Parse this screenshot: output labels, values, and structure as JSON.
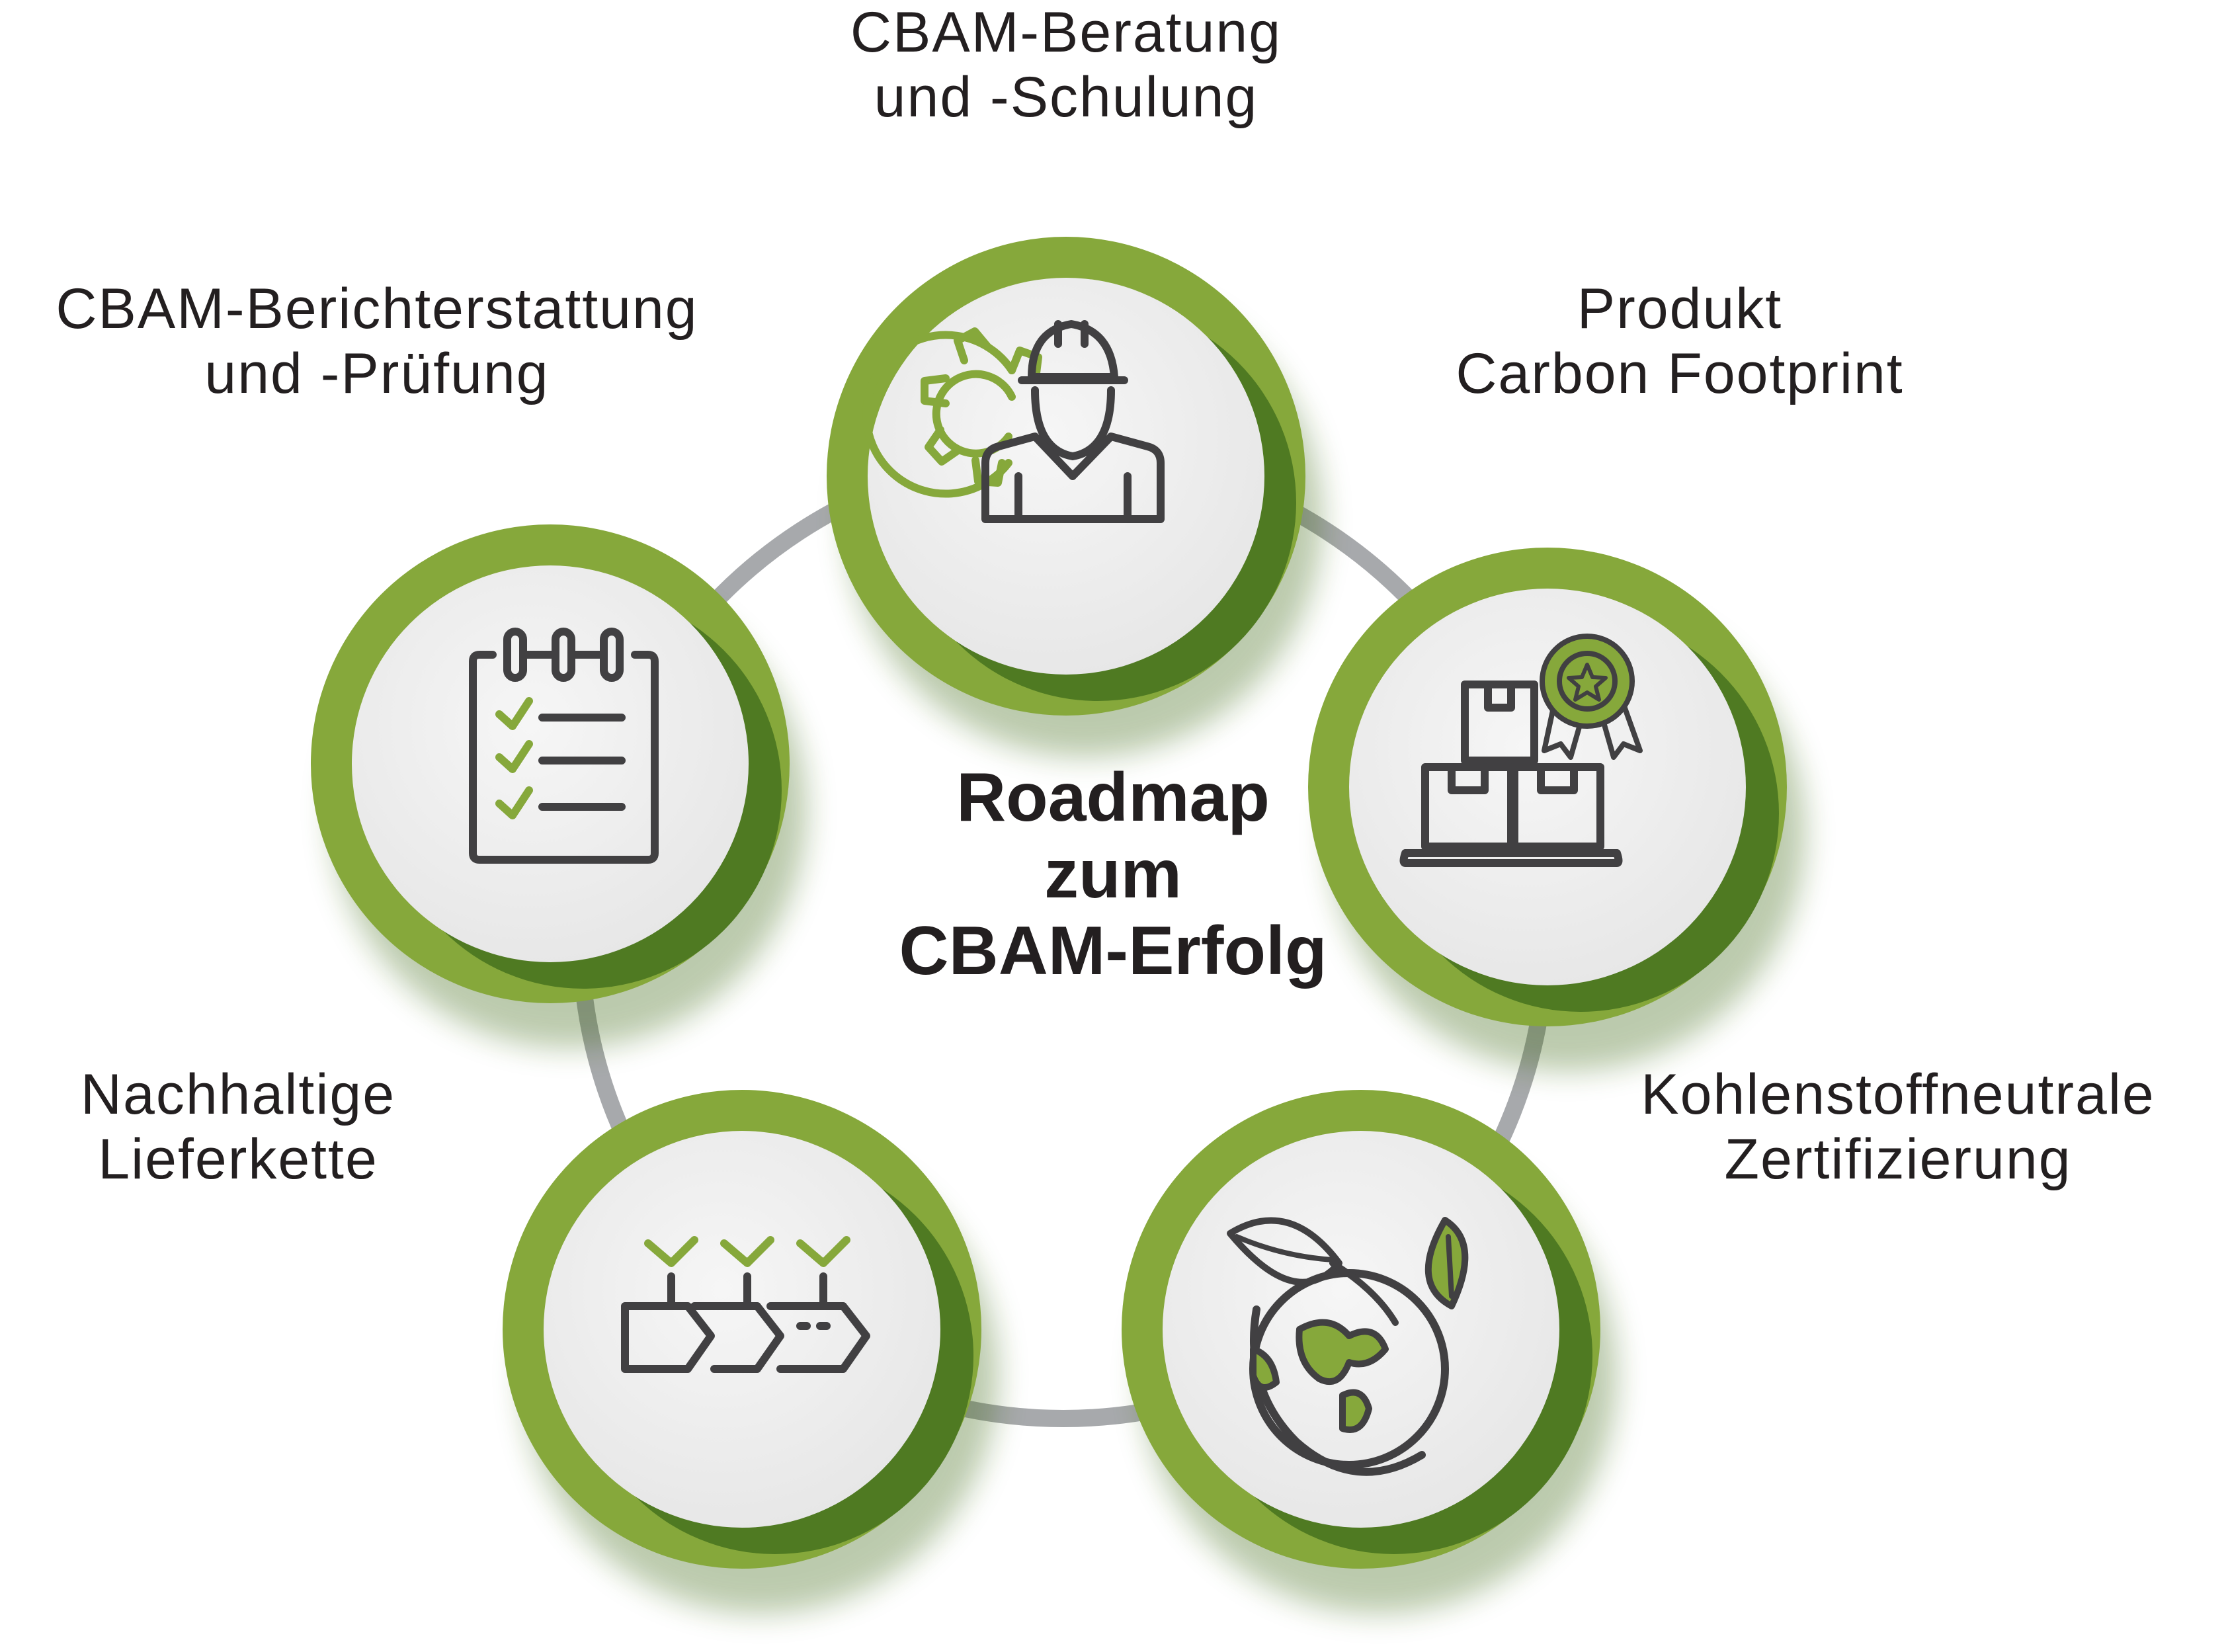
{
  "center_title": {
    "line1": "Roadmap",
    "line2": "zum",
    "line3": "CBAM-Erfolg"
  },
  "nodes": [
    {
      "id": "beratung",
      "line1": "CBAM-Beratung",
      "line2": "und -Schulung",
      "icon": "worker-gear-icon"
    },
    {
      "id": "pcf",
      "line1": "Produkt",
      "line2": "Carbon Footprint",
      "icon": "boxes-award-icon"
    },
    {
      "id": "zertifizierung",
      "line1": "Kohlenstoffneutrale",
      "line2": "Zertifizierung",
      "icon": "globe-leaves-icon"
    },
    {
      "id": "lieferkette",
      "line1": "Nachhaltige",
      "line2": "Lieferkette",
      "icon": "process-arrows-checks-icon"
    },
    {
      "id": "berichterstattung",
      "line1": "CBAM-Berichterstattung",
      "line2": "und -Prüfung",
      "icon": "clipboard-checklist-icon"
    }
  ],
  "colors": {
    "ring_green": "#86a83b",
    "shadow_green": "#4f7a22",
    "inner_fill": "#efefef",
    "connector_gray": "#a7a9ac",
    "icon_dark": "#414042",
    "icon_green": "#86a83b",
    "text": "#231f20"
  }
}
